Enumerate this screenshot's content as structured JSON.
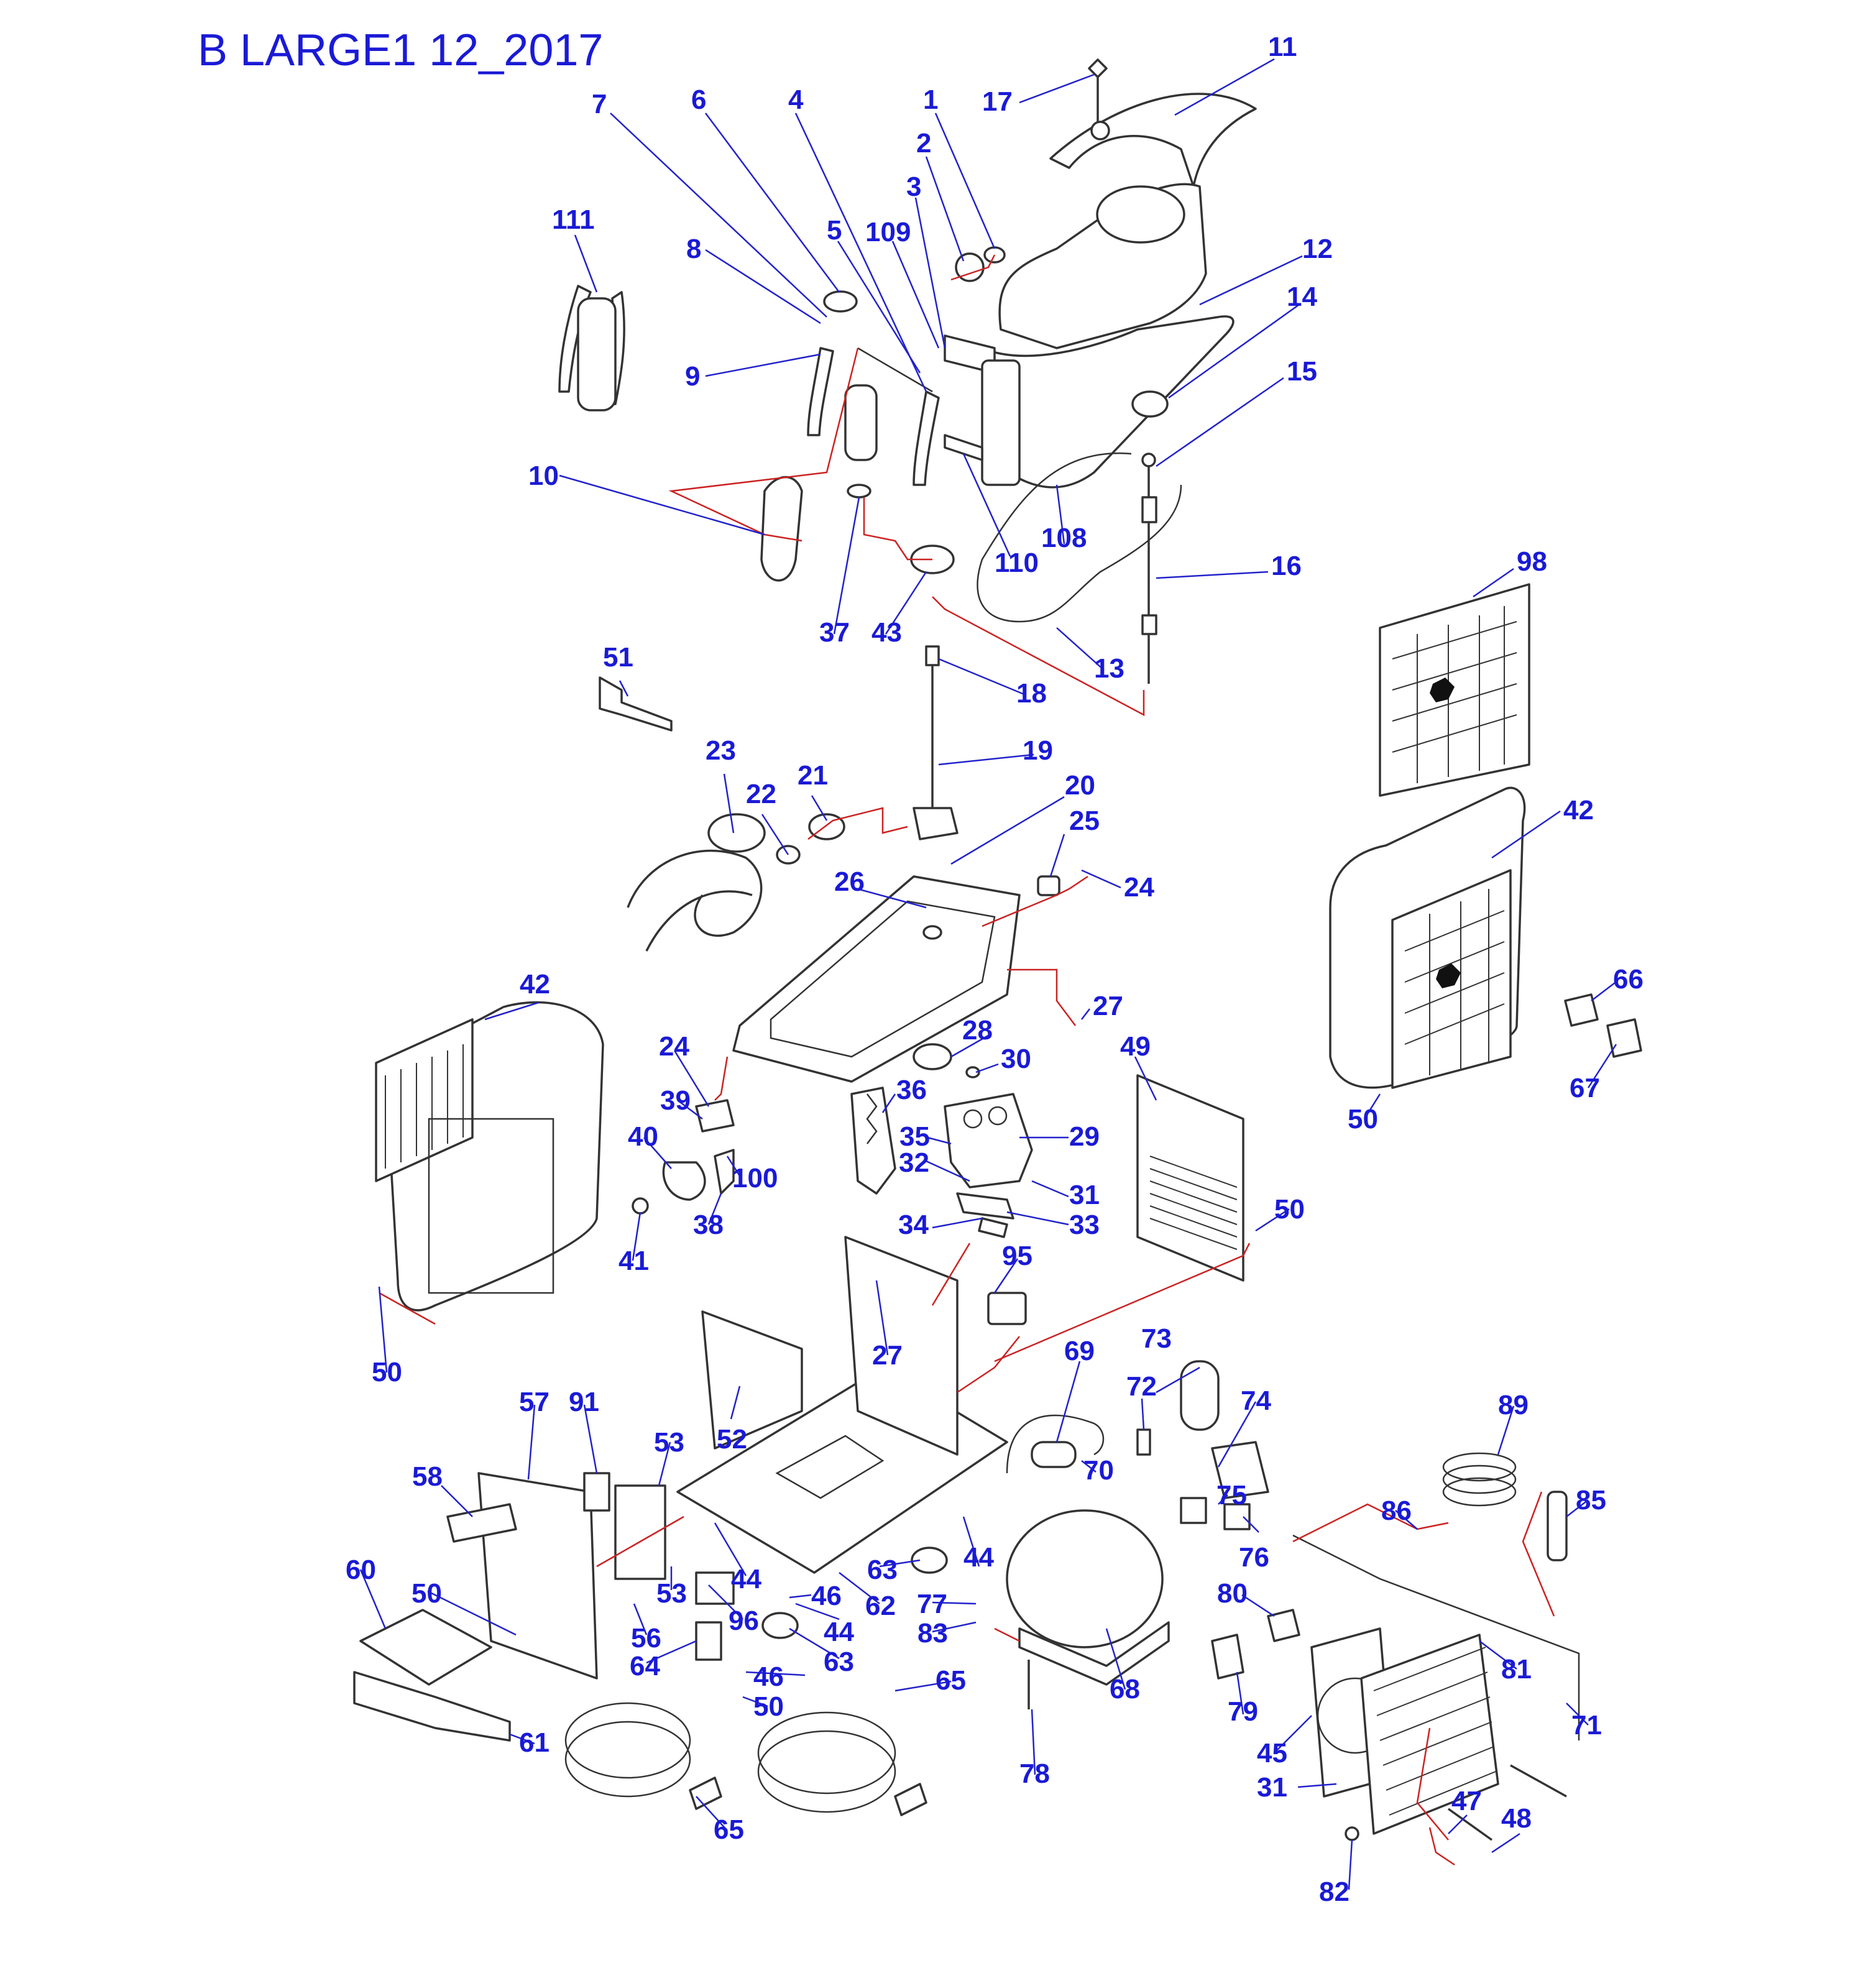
{
  "title": "B LARGE1 12_2017",
  "colors": {
    "callout": "#1a1ad6",
    "leader": "#2222cc",
    "part_outline": "#333333",
    "assembly_line": "#cc2222",
    "background": "#ffffff"
  },
  "callouts": [
    {
      "id": "c-11a",
      "label": "11"
    },
    {
      "id": "c-17",
      "label": "17"
    },
    {
      "id": "c-7",
      "label": "7"
    },
    {
      "id": "c-6",
      "label": "6"
    },
    {
      "id": "c-4",
      "label": "4"
    },
    {
      "id": "c-1",
      "label": "1"
    },
    {
      "id": "c-2",
      "label": "2"
    },
    {
      "id": "c-3",
      "label": "3"
    },
    {
      "id": "c-5",
      "label": "5"
    },
    {
      "id": "c-109",
      "label": "109"
    },
    {
      "id": "c-111",
      "label": "111"
    },
    {
      "id": "c-8",
      "label": "8"
    },
    {
      "id": "c-12",
      "label": "12"
    },
    {
      "id": "c-14",
      "label": "14"
    },
    {
      "id": "c-15",
      "label": "15"
    },
    {
      "id": "c-9",
      "label": "9"
    },
    {
      "id": "c-10",
      "label": "10"
    },
    {
      "id": "c-108",
      "label": "108"
    },
    {
      "id": "c-110",
      "label": "110"
    },
    {
      "id": "c-16",
      "label": "16"
    },
    {
      "id": "c-98",
      "label": "98"
    },
    {
      "id": "c-37",
      "label": "37"
    },
    {
      "id": "c-43",
      "label": "43"
    },
    {
      "id": "c-13",
      "label": "13"
    },
    {
      "id": "c-51",
      "label": "51"
    },
    {
      "id": "c-18",
      "label": "18"
    },
    {
      "id": "c-23",
      "label": "23"
    },
    {
      "id": "c-19",
      "label": "19"
    },
    {
      "id": "c-21",
      "label": "21"
    },
    {
      "id": "c-22",
      "label": "22"
    },
    {
      "id": "c-20",
      "label": "20"
    },
    {
      "id": "c-42a",
      "label": "42"
    },
    {
      "id": "c-25",
      "label": "25"
    },
    {
      "id": "c-26",
      "label": "26"
    },
    {
      "id": "c-24a",
      "label": "24"
    },
    {
      "id": "c-66",
      "label": "66"
    },
    {
      "id": "c-42b",
      "label": "42"
    },
    {
      "id": "c-27a",
      "label": "27"
    },
    {
      "id": "c-28",
      "label": "28"
    },
    {
      "id": "c-24b",
      "label": "24"
    },
    {
      "id": "c-49",
      "label": "49"
    },
    {
      "id": "c-30",
      "label": "30"
    },
    {
      "id": "c-67",
      "label": "67"
    },
    {
      "id": "c-36",
      "label": "36"
    },
    {
      "id": "c-39",
      "label": "39"
    },
    {
      "id": "c-50a",
      "label": "50"
    },
    {
      "id": "c-29",
      "label": "29"
    },
    {
      "id": "c-35",
      "label": "35"
    },
    {
      "id": "c-40",
      "label": "40"
    },
    {
      "id": "c-32",
      "label": "32"
    },
    {
      "id": "c-100",
      "label": "100"
    },
    {
      "id": "c-31a",
      "label": "31"
    },
    {
      "id": "c-50b",
      "label": "50"
    },
    {
      "id": "c-38",
      "label": "38"
    },
    {
      "id": "c-34",
      "label": "34"
    },
    {
      "id": "c-33",
      "label": "33"
    },
    {
      "id": "c-41",
      "label": "41"
    },
    {
      "id": "c-95",
      "label": "95"
    },
    {
      "id": "c-27b",
      "label": "27"
    },
    {
      "id": "c-50c",
      "label": "50"
    },
    {
      "id": "c-73",
      "label": "73"
    },
    {
      "id": "c-69",
      "label": "69"
    },
    {
      "id": "c-72",
      "label": "72"
    },
    {
      "id": "c-57",
      "label": "57"
    },
    {
      "id": "c-91",
      "label": "91"
    },
    {
      "id": "c-74",
      "label": "74"
    },
    {
      "id": "c-89",
      "label": "89"
    },
    {
      "id": "c-53a",
      "label": "53"
    },
    {
      "id": "c-52",
      "label": "52"
    },
    {
      "id": "c-70",
      "label": "70"
    },
    {
      "id": "c-58",
      "label": "58"
    },
    {
      "id": "c-75",
      "label": "75"
    },
    {
      "id": "c-85",
      "label": "85"
    },
    {
      "id": "c-86",
      "label": "86"
    },
    {
      "id": "c-76",
      "label": "76"
    },
    {
      "id": "c-44a",
      "label": "44"
    },
    {
      "id": "c-63a",
      "label": "63"
    },
    {
      "id": "c-60",
      "label": "60"
    },
    {
      "id": "c-44b",
      "label": "44"
    },
    {
      "id": "c-53b",
      "label": "53"
    },
    {
      "id": "c-50d",
      "label": "50"
    },
    {
      "id": "c-46a",
      "label": "46"
    },
    {
      "id": "c-62",
      "label": "62"
    },
    {
      "id": "c-77",
      "label": "77"
    },
    {
      "id": "c-80",
      "label": "80"
    },
    {
      "id": "c-96",
      "label": "96"
    },
    {
      "id": "c-44c",
      "label": "44"
    },
    {
      "id": "c-83",
      "label": "83"
    },
    {
      "id": "c-56",
      "label": "56"
    },
    {
      "id": "c-64",
      "label": "64"
    },
    {
      "id": "c-63b",
      "label": "63"
    },
    {
      "id": "c-81",
      "label": "81"
    },
    {
      "id": "c-46b",
      "label": "46"
    },
    {
      "id": "c-65a",
      "label": "65"
    },
    {
      "id": "c-68",
      "label": "68"
    },
    {
      "id": "c-50e",
      "label": "50"
    },
    {
      "id": "c-79",
      "label": "79"
    },
    {
      "id": "c-71",
      "label": "71"
    },
    {
      "id": "c-61",
      "label": "61"
    },
    {
      "id": "c-45",
      "label": "45"
    },
    {
      "id": "c-78",
      "label": "78"
    },
    {
      "id": "c-31b",
      "label": "31"
    },
    {
      "id": "c-47",
      "label": "47"
    },
    {
      "id": "c-48",
      "label": "48"
    },
    {
      "id": "c-65b",
      "label": "65"
    },
    {
      "id": "c-82",
      "label": "82"
    }
  ]
}
